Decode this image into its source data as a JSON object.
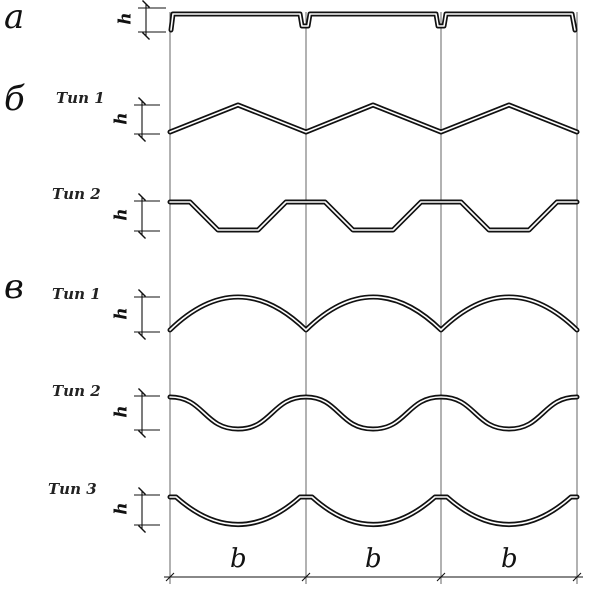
{
  "sections": {
    "a": {
      "label": "а"
    },
    "b": {
      "label": "б",
      "types": [
        "Тип 1",
        "Тип 2"
      ]
    },
    "v": {
      "label": "в",
      "types": [
        "Тип 1",
        "Тип 2",
        "Тип 3"
      ]
    }
  },
  "height_symbol": "h",
  "width_symbol": "b",
  "colors": {
    "line": "#111111",
    "background": "#ffffff"
  }
}
